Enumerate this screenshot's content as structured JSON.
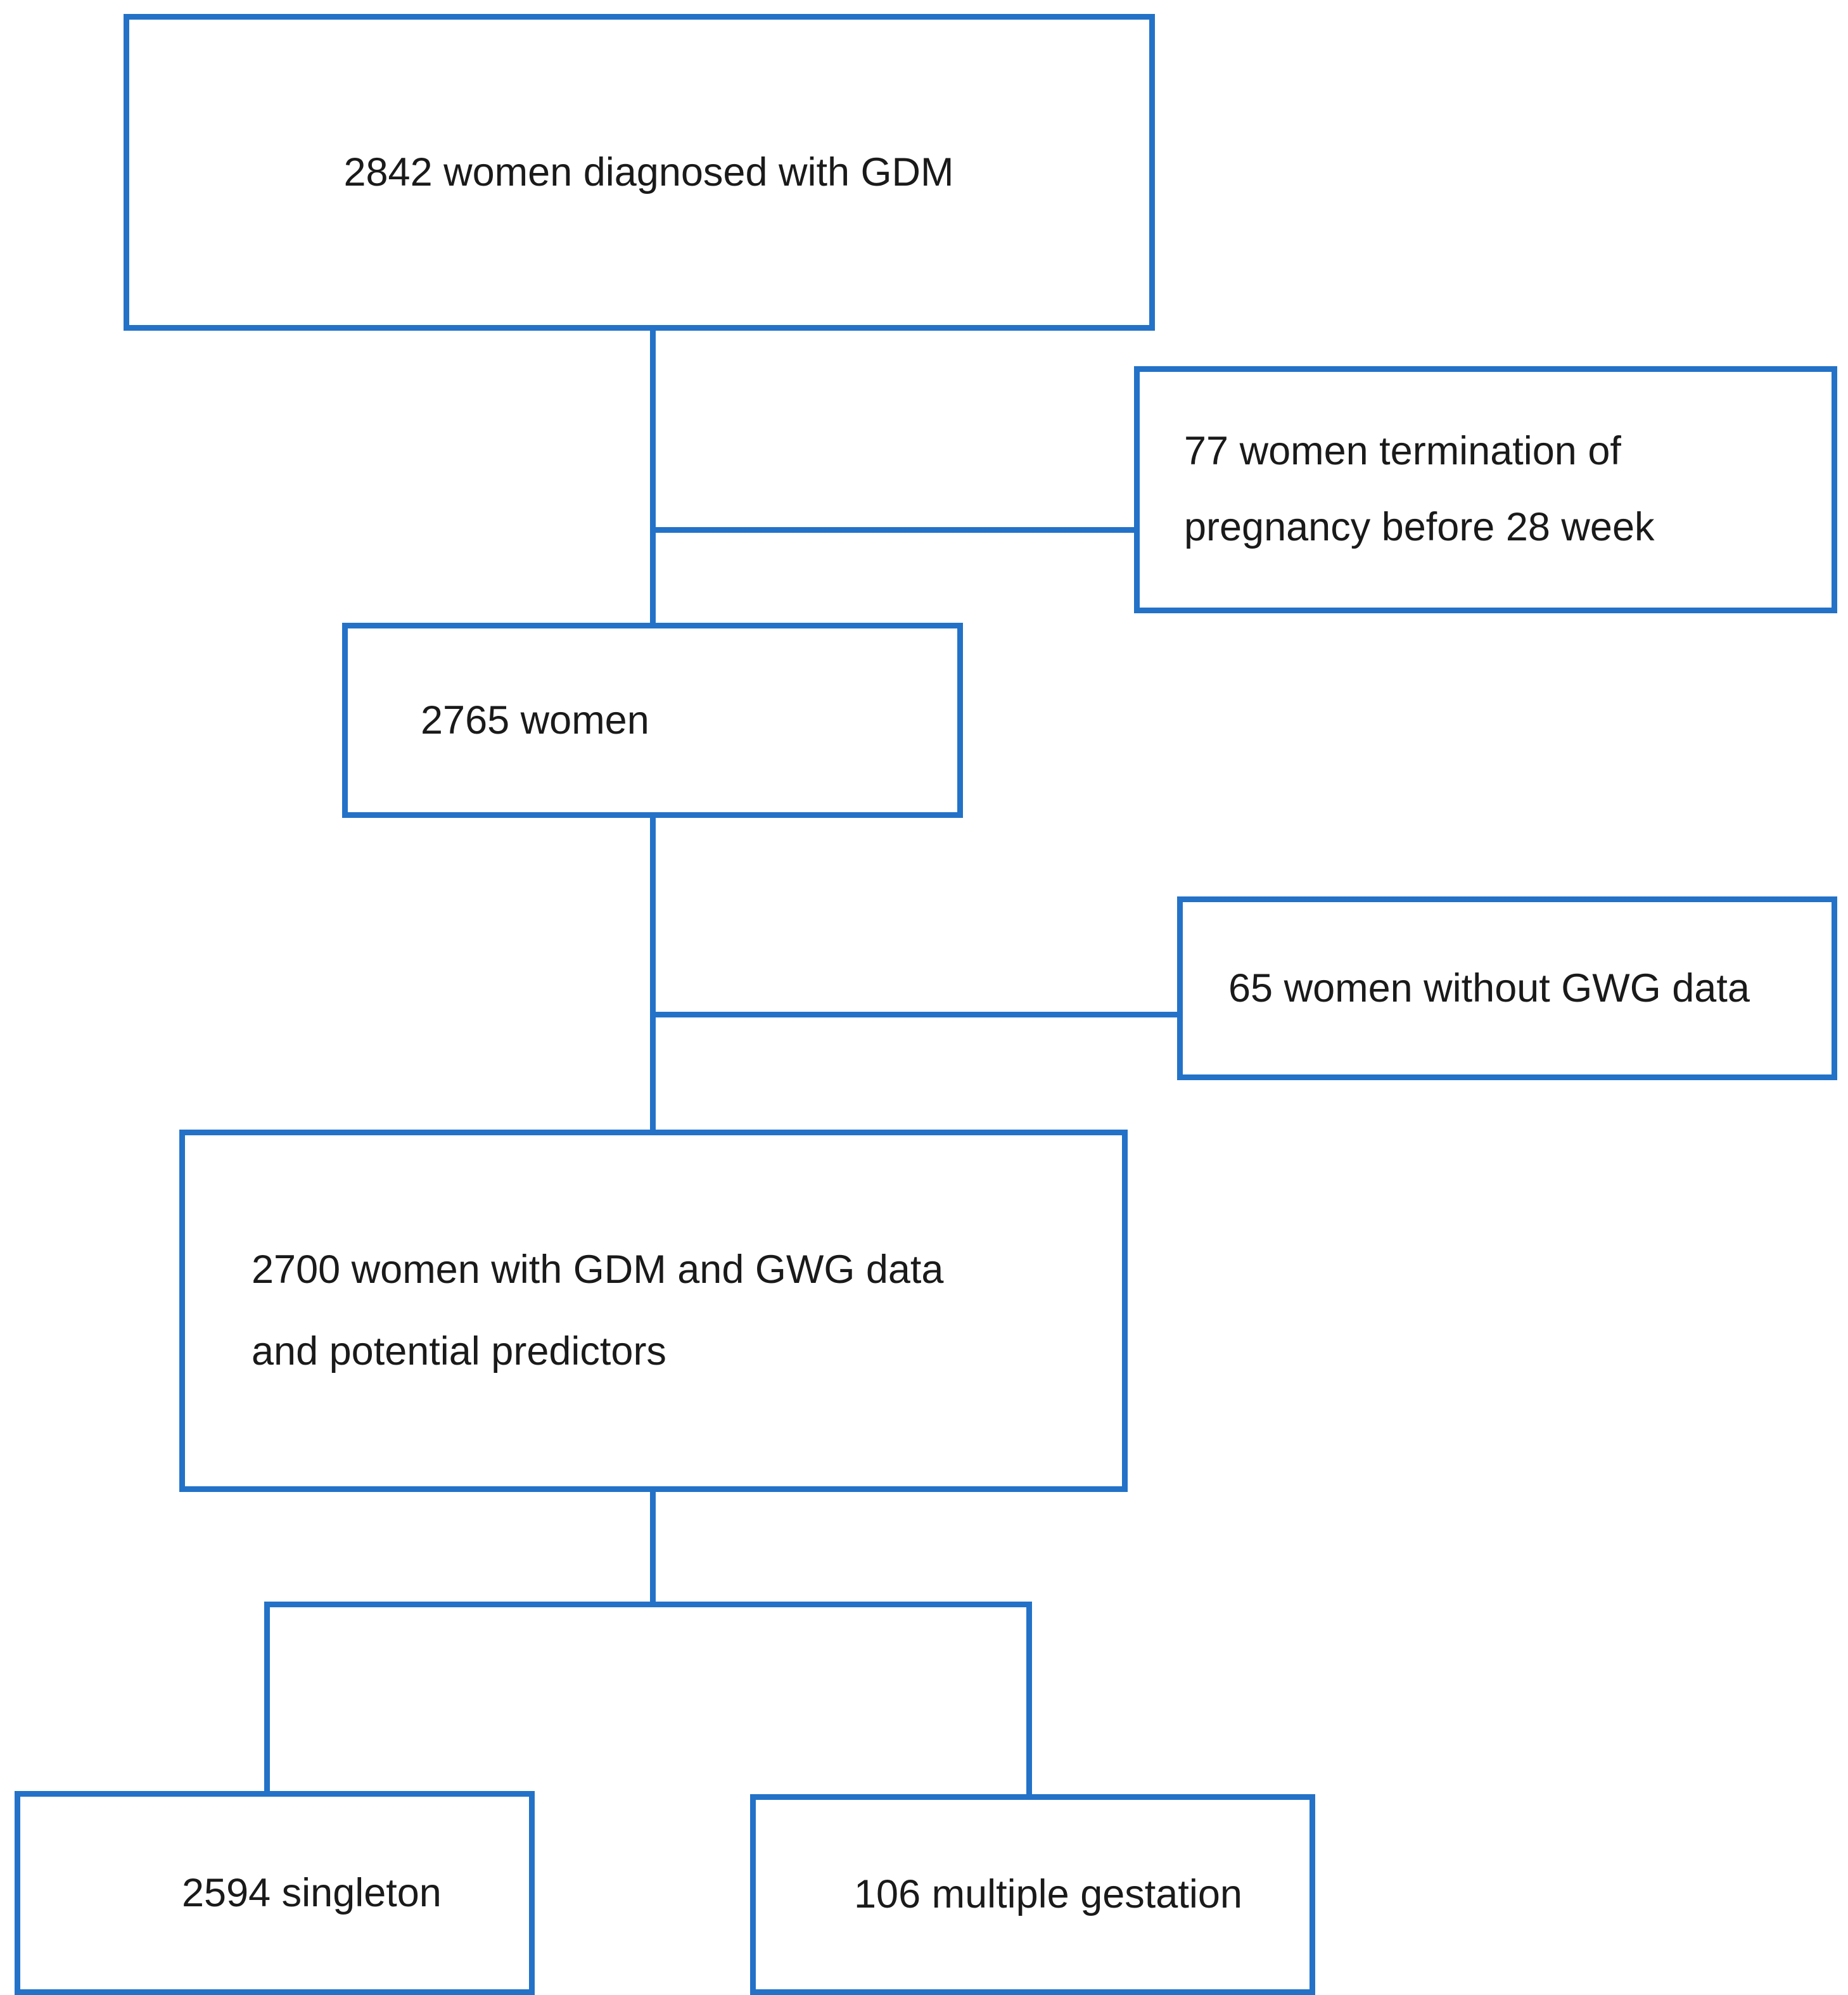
{
  "diagram": {
    "title": "GDM cohort participant flow diagram",
    "accent_color": "#2372C8",
    "text_color": "#1a1a1a",
    "background_color": "#ffffff",
    "nodes": {
      "enrolled": {
        "text": "2842 women diagnosed with GDM"
      },
      "termination": {
        "line1": "77 women termination of",
        "line2": "pregnancy before 28 week"
      },
      "after_termination": {
        "text": "2765 women"
      },
      "no_gwg": {
        "text": "65 women without GWG data"
      },
      "analysis": {
        "line1": "2700 women with GDM and GWG data",
        "line2": "and potential predictors"
      },
      "singleton": {
        "text": "2594 singleton"
      },
      "multiple": {
        "text": "106 multiple gestation"
      }
    },
    "connectors": [
      {
        "name": "enrolled-to-after-termination",
        "type": "vertical"
      },
      {
        "name": "branch-to-termination",
        "type": "horizontal"
      },
      {
        "name": "after-termination-to-analysis",
        "type": "vertical"
      },
      {
        "name": "branch-to-no-gwg",
        "type": "horizontal"
      },
      {
        "name": "analysis-to-split",
        "type": "vertical"
      },
      {
        "name": "split-bar",
        "type": "horizontal"
      },
      {
        "name": "split-to-singleton",
        "type": "vertical"
      },
      {
        "name": "split-to-multiple",
        "type": "vertical"
      }
    ]
  }
}
